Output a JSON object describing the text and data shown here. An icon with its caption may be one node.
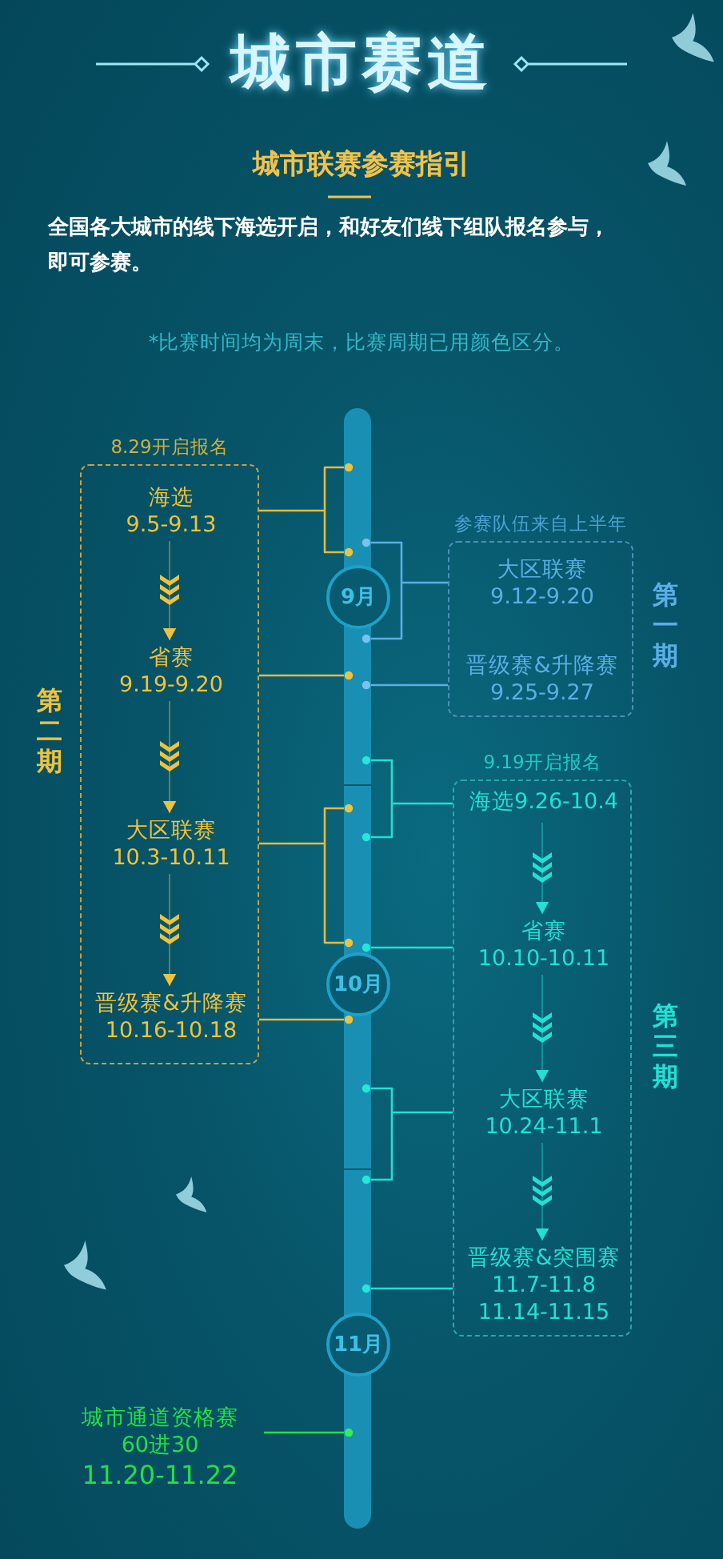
{
  "diagram": {
    "title": "城市赛道",
    "nodes": [
      {
        "text": [
          "8.29开启报名"
        ],
        "beside": [
          "第二期"
        ]
      },
      {
        "text": [
          "海选",
          "9.5-9.13"
        ],
        "in": 0
      },
      {
        "text": [
          "省赛",
          "9.19-9.20"
        ],
        "in": 0
      },
      {
        "text": [
          "大区联赛",
          "10.3-10.11"
        ],
        "in": 0
      },
      {
        "text": [
          "晋级赛&升降赛",
          "10.16-10.18"
        ],
        "in": 0
      },
      {
        "text": [
          "参赛队伍来自上半年"
        ],
        "beside": [
          "第一期"
        ]
      },
      {
        "text": [
          "大区联赛",
          "9.12-9.20"
        ],
        "in": 5
      },
      {
        "text": [
          "晋级赛&升降赛",
          "9.25-9.27"
        ],
        "in": 5
      },
      {
        "text": [
          "9.19开启报名"
        ],
        "beside": [
          "第三期"
        ]
      },
      {
        "text": [
          "海选9.26-10.4"
        ],
        "in": 8
      },
      {
        "text": [
          "省赛",
          "10.10-10.11"
        ],
        "in": 8
      },
      {
        "text": [
          "大区联赛",
          "10.24-11.1"
        ],
        "in": 8
      },
      {
        "text": [
          "晋级赛&突围赛",
          "11.7-11.8",
          "11.14-11.15"
        ],
        "in": 8
      },
      {
        "text": [
          "9月"
        ]
      },
      {
        "text": [
          "10月"
        ]
      },
      {
        "text": [
          "11月"
        ]
      },
      {
        "text": [
          "城市通道资格赛",
          "60进30",
          "11.20-11.22"
        ]
      },
      {
        "text": [],
        "shape": "bar"
      }
    ],
    "edges": [
      {
        "from": 1,
        "to": 17,
        "arrow": "none",
        "color": "#e6b93c"
      },
      {
        "from": 2,
        "to": 17,
        "arrow": "none",
        "color": "#e6b93c"
      },
      {
        "from": 3,
        "to": 17,
        "arrow": "none",
        "color": "#e6b93c"
      },
      {
        "from": 4,
        "to": 17,
        "arrow": "none",
        "color": "#e6b93c"
      },
      {
        "from": 1,
        "to": 2,
        "arrow": "to",
        "color": "#f0c23c"
      },
      {
        "from": 2,
        "to": 3,
        "arrow": "to",
        "color": "#f0c23c"
      },
      {
        "from": 3,
        "to": 4,
        "arrow": "to",
        "color": "#f0c23c"
      },
      {
        "from": 6,
        "to": 17,
        "arrow": "none",
        "color": "#5aaee6"
      },
      {
        "from": 7,
        "to": 17,
        "arrow": "none",
        "color": "#5aaee6"
      },
      {
        "from": 9,
        "to": 17,
        "arrow": "none",
        "color": "#22e0d2"
      },
      {
        "from": 10,
        "to": 17,
        "arrow": "none",
        "color": "#22e0d2"
      },
      {
        "from": 11,
        "to": 17,
        "arrow": "none",
        "color": "#22e0d2"
      },
      {
        "from": 12,
        "to": 17,
        "arrow": "none",
        "color": "#22e0d2"
      },
      {
        "from": 9,
        "to": 10,
        "arrow": "to",
        "color": "#22e0d2"
      },
      {
        "from": 10,
        "to": 11,
        "arrow": "to",
        "color": "#22e0d2"
      },
      {
        "from": 11,
        "to": 12,
        "arrow": "to",
        "color": "#22e0d2"
      },
      {
        "from": 16,
        "to": 17,
        "arrow": "none",
        "color": "#22e044"
      }
    ],
    "labels": [
      "城市联赛参赛指引",
      "全国各大城市的线下海选开启，和好友们线下组队报名参与，即可参赛。",
      "*比赛时间均为周末，比赛周期已用颜色区分。"
    ]
  }
}
